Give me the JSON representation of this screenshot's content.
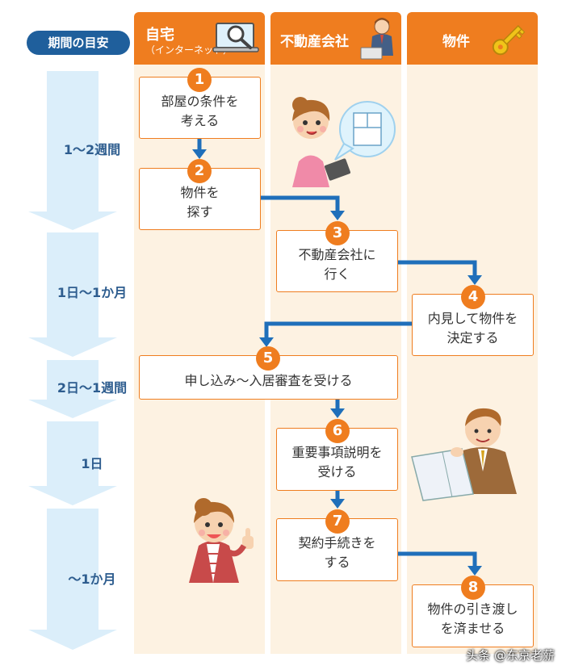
{
  "period_header": "期間の目安",
  "columns": [
    {
      "title": "自宅",
      "subtitle": "（インターネット）",
      "icon": "laptop-search-icon"
    },
    {
      "title": "不動産会社",
      "subtitle": "",
      "icon": "agent-at-laptop-icon"
    },
    {
      "title": "物件",
      "subtitle": "",
      "icon": "key-icon"
    }
  ],
  "periods": [
    "1～2週間",
    "1日～1か月",
    "2日～1週間",
    "1日",
    "～1か月"
  ],
  "steps": [
    {
      "num": "1",
      "text": "部屋の条件を\n考える"
    },
    {
      "num": "2",
      "text": "物件を\n探す"
    },
    {
      "num": "3",
      "text": "不動産会社に\n行く"
    },
    {
      "num": "4",
      "text": "内見して物件を\n決定する"
    },
    {
      "num": "5",
      "text": "申し込み～入居審査を受ける"
    },
    {
      "num": "6",
      "text": "重要事項説明を\n受ける"
    },
    {
      "num": "7",
      "text": "契約手続きを\nする"
    },
    {
      "num": "8",
      "text": "物件の引き渡し\nを済ませる"
    }
  ],
  "watermark": "头条 @东京老薪",
  "colors": {
    "orange": "#ef7d1f",
    "column_bg": "#fdf2e2",
    "arrow_blue": "#1f6fba",
    "period_blue": "#2e5d8f",
    "timeline_blue": "#dbeefa"
  }
}
